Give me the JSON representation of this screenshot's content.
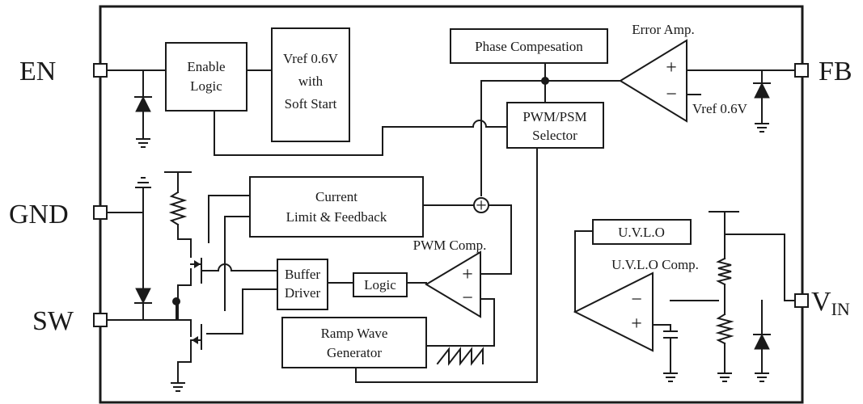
{
  "pins": {
    "en": "EN",
    "gnd": "GND",
    "sw": "SW",
    "fb": "FB",
    "vin_main": "V",
    "vin_sub": "IN"
  },
  "blocks": {
    "enable_logic": [
      "Enable",
      "Logic"
    ],
    "vref_soft_start": [
      "Vref 0.6V",
      "with",
      "Soft Start"
    ],
    "phase_compensation": "Phase Compesation",
    "pwm_psm_selector": [
      "PWM/PSM",
      "Selector"
    ],
    "current_limit": [
      "Current",
      "Limit & Feedback"
    ],
    "buffer_driver": [
      "Buffer",
      "Driver"
    ],
    "logic": "Logic",
    "ramp_wave": [
      "Ramp Wave",
      "Generator"
    ],
    "uvlo": "U.V.L.O"
  },
  "labels": {
    "error_amp": "Error Amp.",
    "vref_fb": "Vref 0.6V",
    "pwm_comp": "PWM Comp.",
    "uvlo_comp": "U.V.L.O Comp."
  },
  "symbols": {
    "plus": "+",
    "minus": "−",
    "summer": "+"
  }
}
